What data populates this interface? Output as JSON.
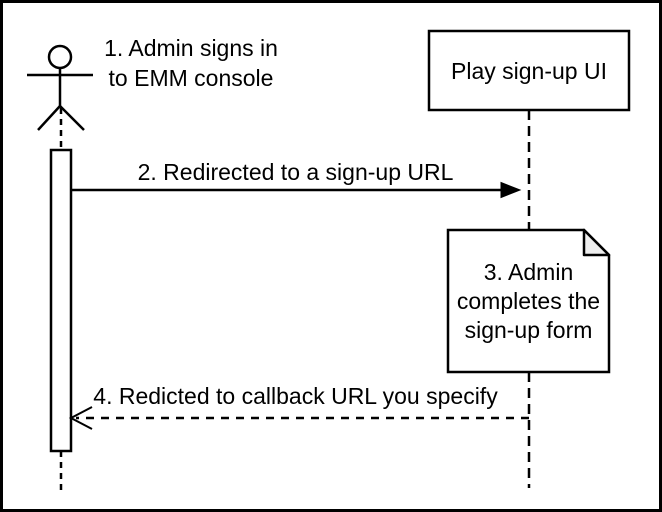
{
  "diagram": {
    "type": "sequence-diagram",
    "colors": {
      "stroke": "#000000",
      "background": "#ffffff",
      "shape_fill": "#ffffff",
      "note_fold_fill": "#eeeeee",
      "arrowhead_fill": "#000000"
    },
    "actor": {
      "annotation": "1. Admin signs in\nto EMM console"
    },
    "participant": {
      "label": "Play sign-up UI"
    },
    "messages": [
      {
        "order": "2",
        "label": "2. Redirected to a sign-up URL",
        "line_style": "solid",
        "arrowhead": "filled",
        "direction": "actor-to-participant"
      },
      {
        "order": "4",
        "label": "4. Redicted to callback URL you specify",
        "line_style": "dashed",
        "arrowhead": "open",
        "direction": "participant-to-actor"
      }
    ],
    "note": {
      "label": "3. Admin\ncompletes the\nsign-up form"
    }
  }
}
